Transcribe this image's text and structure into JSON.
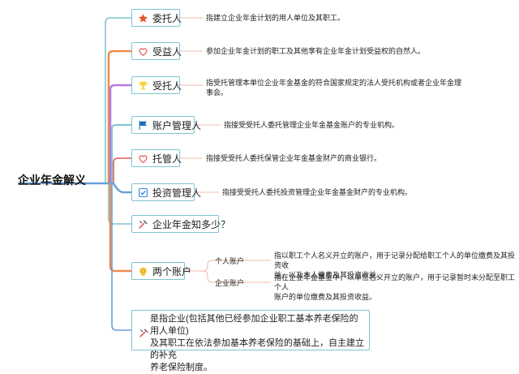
{
  "root": {
    "label": "企业年金解义"
  },
  "branches": [
    {
      "label": "委托人",
      "icon": "star-icon",
      "desc": "指建立企业年金计划的用人单位及其职工。"
    },
    {
      "label": "受益人",
      "icon": "heart-icon",
      "desc": "参加企业年金计划的职工及其他享有企业年金计划受益权的自然人。"
    },
    {
      "label": "受托人",
      "icon": "trophy-icon",
      "desc": "指受托管理本单位企业年金基金的符合国家规定的法人受托机构或者企业年金理\n事会。"
    },
    {
      "label": "账户管理人",
      "icon": "flag-icon",
      "desc": "指接受受托人委托管理企业年金基金账户的专业机构。"
    },
    {
      "label": "托管人",
      "icon": "heart-outline-icon",
      "desc": "指接受受托人委托保管企业年金基金财产的商业银行。"
    },
    {
      "label": "投资管理人",
      "icon": "checkbox-icon",
      "desc": "指接受受托人委托投资管理企业年金基金财产的专业机构。"
    },
    {
      "label": "企业年金知多少？",
      "icon": "tools-icon",
      "desc": ""
    },
    {
      "label": "两个账户",
      "icon": "medal-icon",
      "desc": ""
    }
  ],
  "accounts": [
    {
      "label": "个人账户",
      "desc": "指以职工个人名义开立的账户，用于记录分配给职工个人的单位缴费及其投资收\n益，以及本人缴费及其投资收益。"
    },
    {
      "label": "企业账户",
      "desc": "指在企业年金基金中，以单位名义开立的账户，用于记录暂时未分配至职工个人\n账户的单位缴费及其投资收益。"
    }
  ],
  "definition": {
    "icon": "tools-icon",
    "text": "是指企业(包括其他已经参加企业职工基本养老保险的用人单位)\n及其职工在依法参加基本养老保险的基础上，自主建立的补充\n养老保险制度。"
  },
  "colors": {
    "connector_teal": "#7ec4cf",
    "connector_orange": "#f08a4b",
    "connector_purple": "#b57be0",
    "connector_blue": "#6aa0d8",
    "connector_red": "#e05a5a",
    "node_border": "#7ec4cf",
    "desc_line": "#f4b8a8"
  }
}
